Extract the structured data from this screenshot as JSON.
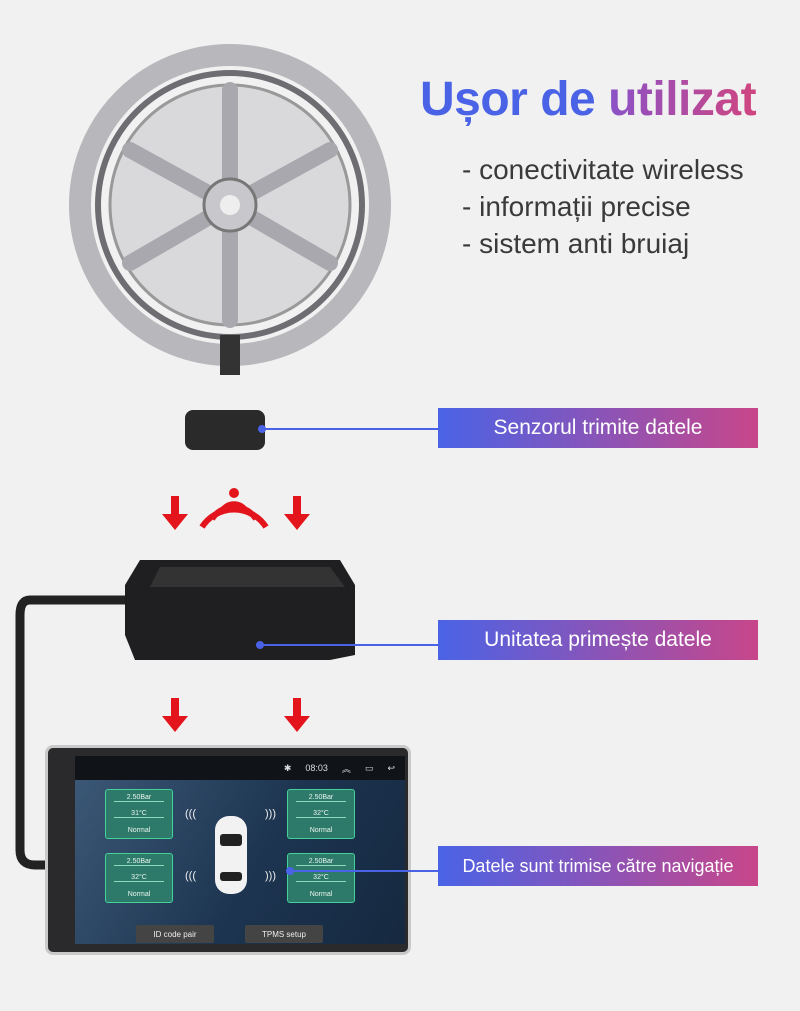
{
  "title": {
    "part1": "Ușor de",
    "part2": "utilizat"
  },
  "bullets": [
    "- conectivitate wireless",
    "- informații precise",
    "- sistem anti bruiaj"
  ],
  "labels": {
    "sensor": "Senzorul trimite datele",
    "unit": "Unitatea primește datele",
    "nav": "Datele sunt trimise către navigație"
  },
  "screen": {
    "time": "08:03",
    "tires": [
      {
        "pressure": "2.50Bar",
        "temp": "31°C",
        "status": "Normal"
      },
      {
        "pressure": "2.50Bar",
        "temp": "32°C",
        "status": "Normal"
      },
      {
        "pressure": "2.50Bar",
        "temp": "32°C",
        "status": "Normal"
      },
      {
        "pressure": "2.50Bar",
        "temp": "32°C",
        "status": "Normal"
      }
    ],
    "buttons": {
      "pair": "ID code pair",
      "setup": "TPMS setup"
    }
  },
  "colors": {
    "accent_blue": "#4a63e6",
    "accent_pink": "#c8468a",
    "arrow_red": "#e3141b"
  }
}
